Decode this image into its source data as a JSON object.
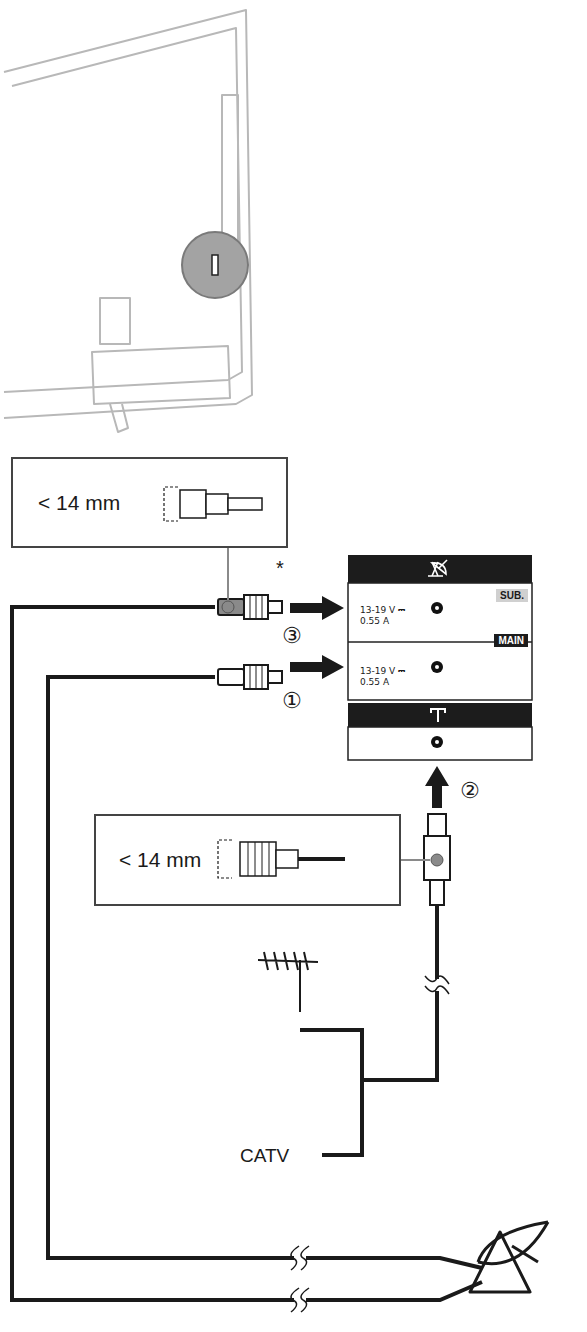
{
  "diagram": {
    "nodes": [
      {
        "text": [
          "< 14 mm"
        ]
      },
      {
        "text": [
          "13-19 V ⎓ 0.55 A",
          "SUB."
        ]
      },
      {
        "text": [
          "13-19 V ⎓ 0.55 A",
          "MAIN"
        ]
      },
      {
        "text": [
          "< 14 mm"
        ]
      }
    ],
    "labels": [
      "*",
      "③",
      "①",
      "②",
      "CATV"
    ]
  }
}
